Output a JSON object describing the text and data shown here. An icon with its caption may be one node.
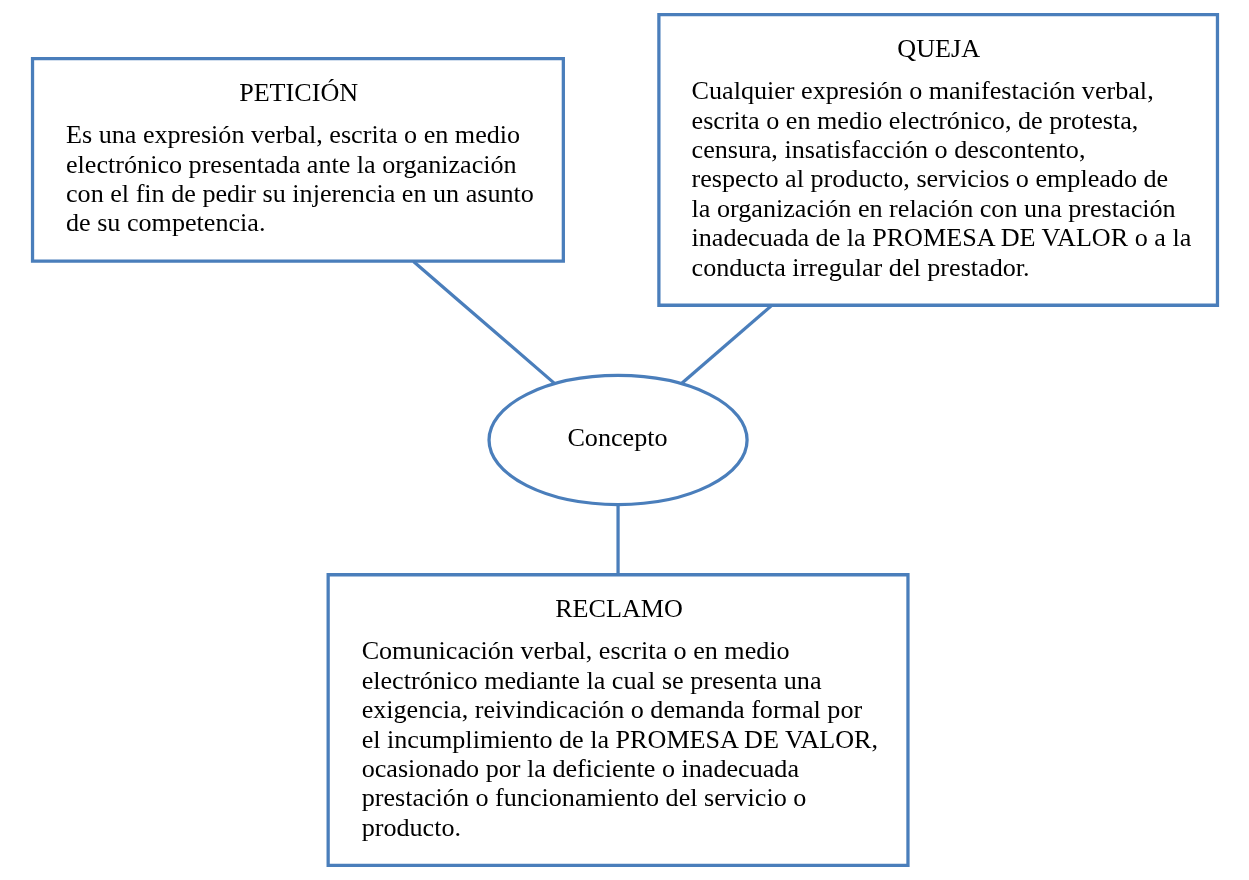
{
  "diagram": {
    "nodes": [
      {
        "text": [
          "PETICIÓN",
          "Es una expresión verbal, escrita o en medio electrónico presentada ante la organización con el fin de pedir su injerencia en un asunto de su competencia."
        ]
      },
      {
        "text": [
          "QUEJA",
          "Cualquier expresión o manifestación verbal, escrita o en medio electrónico, de protesta, censura, insatisfacción o descontento, respecto al producto, servicios o empleado de la organización en relación con una prestación inadecuada de la PROMESA DE VALOR o a la conducta irregular del prestador."
        ]
      },
      {
        "text": [
          "Concepto"
        ]
      },
      {
        "text": [
          "RECLAMO",
          "Comunicación verbal, escrita o en medio electrónico mediante la cual se presenta una exigencia, reivindicación o demanda formal por el incumplimiento de la PROMESA DE VALOR, ocasionado por la deficiente o inadecuada prestación o funcionamiento del servicio o producto."
        ]
      }
    ],
    "edges": [
      {
        "from": 0,
        "to": 2,
        "arrow": "none"
      },
      {
        "from": 1,
        "to": 2,
        "arrow": "none"
      },
      {
        "from": 2,
        "to": 3,
        "arrow": "none"
      }
    ]
  }
}
